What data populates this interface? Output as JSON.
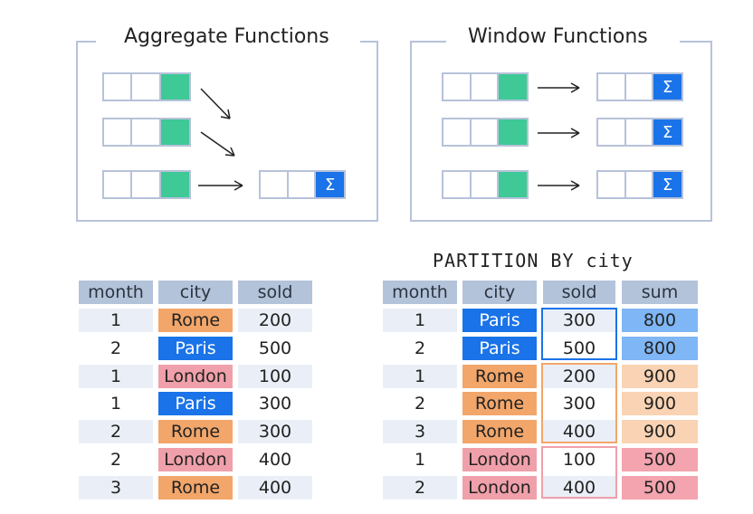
{
  "aggregate": {
    "title": "Aggregate Functions",
    "sigma": "Σ"
  },
  "window": {
    "title": "Window Functions",
    "sigma": "Σ"
  },
  "partition_label": "PARTITION BY city",
  "left_table": {
    "headers": [
      "month",
      "city",
      "sold"
    ],
    "rows": [
      {
        "month": "1",
        "city": "Rome",
        "sold": "200",
        "color": "orange"
      },
      {
        "month": "2",
        "city": "Paris",
        "sold": "500",
        "color": "blue"
      },
      {
        "month": "1",
        "city": "London",
        "sold": "100",
        "color": "pink"
      },
      {
        "month": "1",
        "city": "Paris",
        "sold": "300",
        "color": "blue"
      },
      {
        "month": "2",
        "city": "Rome",
        "sold": "300",
        "color": "orange"
      },
      {
        "month": "2",
        "city": "London",
        "sold": "400",
        "color": "pink"
      },
      {
        "month": "3",
        "city": "Rome",
        "sold": "400",
        "color": "orange"
      }
    ]
  },
  "right_table": {
    "headers": [
      "month",
      "city",
      "sold",
      "sum"
    ],
    "rows": [
      {
        "month": "1",
        "city": "Paris",
        "sold": "300",
        "sum": "800",
        "color": "blue"
      },
      {
        "month": "2",
        "city": "Paris",
        "sold": "500",
        "sum": "800",
        "color": "blue"
      },
      {
        "month": "1",
        "city": "Rome",
        "sold": "200",
        "sum": "900",
        "color": "orange"
      },
      {
        "month": "2",
        "city": "Rome",
        "sold": "300",
        "sum": "900",
        "color": "orange"
      },
      {
        "month": "3",
        "city": "Rome",
        "sold": "400",
        "sum": "900",
        "color": "orange"
      },
      {
        "month": "1",
        "city": "London",
        "sold": "100",
        "sum": "500",
        "color": "pink"
      },
      {
        "month": "2",
        "city": "London",
        "sold": "400",
        "sum": "500",
        "color": "pink"
      }
    ]
  },
  "colors": {
    "green": "#3ec996",
    "blue": "#1a73e8",
    "orange": "#f2a66a",
    "pink": "#f0a0aa",
    "header": "#b3c3da",
    "frame": "#b7c2da"
  }
}
